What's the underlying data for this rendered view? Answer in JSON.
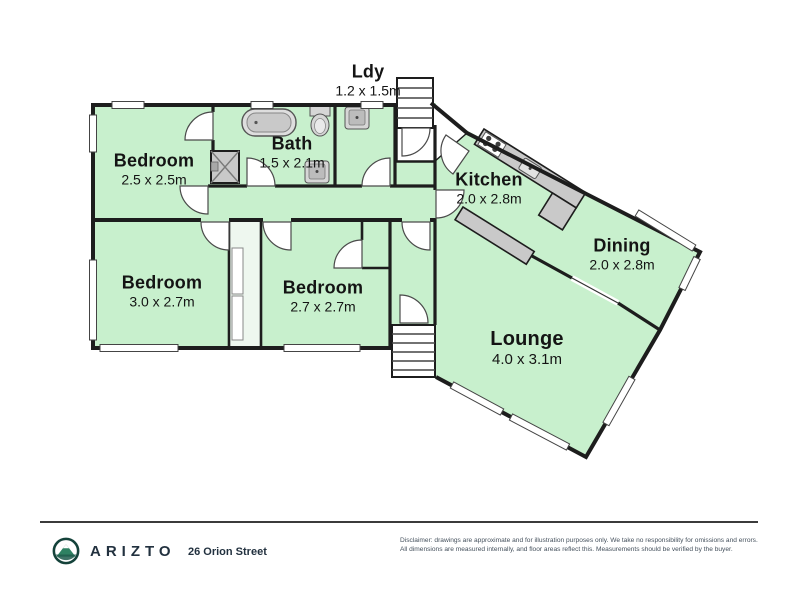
{
  "floorplan": {
    "rooms": [
      {
        "name": "Ldy",
        "dims": "1.2 x 1.5m"
      },
      {
        "name": "Bedroom",
        "dims": "2.5 x 2.5m"
      },
      {
        "name": "Bath",
        "dims": "1.5 x 2.1m"
      },
      {
        "name": "Kitchen",
        "dims": "2.0 x 2.8m"
      },
      {
        "name": "Dining",
        "dims": "2.0 x 2.8m"
      },
      {
        "name": "Lounge",
        "dims": "4.0 x 3.1m"
      },
      {
        "name": "Bedroom",
        "dims": "3.0 x 2.7m"
      },
      {
        "name": "Bedroom",
        "dims": "2.7 x 2.7m"
      }
    ],
    "fixtures": [
      "bathtub",
      "toilet",
      "basin",
      "shower",
      "laundry-tub",
      "stove",
      "kitchen-sink",
      "kitchen-counter",
      "kitchen-bench",
      "wardrobe",
      "closet",
      "stairs-upper",
      "stairs-lower"
    ],
    "colors": {
      "room_fill": "#c8f0cd",
      "wall": "#1d1d1d",
      "fixture_fill": "#c9c9c9",
      "background": "#ffffff"
    }
  },
  "footer": {
    "brand": "ARIZTO",
    "address": "26 Orion Street",
    "disclaimer_line1": "Disclaimer: drawings are approximate and for illustration purposes only. We take no responsibility for omissions and errors.",
    "disclaimer_line2": "All dimensions are measured internally, and floor areas reflect this. Measurements should be verified by the buyer.",
    "brand_color": "#14423a",
    "text_color": "#22313f"
  }
}
